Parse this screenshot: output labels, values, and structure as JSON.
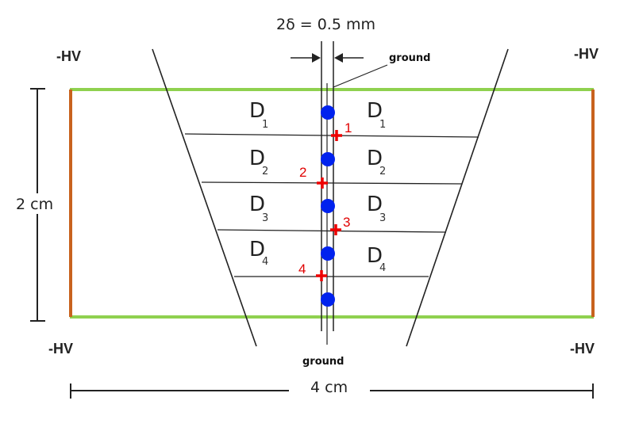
{
  "labels": {
    "delta": "2δ = 0.5 mm",
    "ground_top": "ground",
    "ground_bottom": "ground",
    "hv_top_left": "-HV",
    "hv_top_right": "-HV",
    "hv_bottom_left": "-HV",
    "hv_bottom_right": "-HV",
    "height": "2 cm",
    "width": "4 cm"
  },
  "regions": [
    {
      "letter": "D",
      "sub": "1"
    },
    {
      "letter": "D",
      "sub": "2"
    },
    {
      "letter": "D",
      "sub": "3"
    },
    {
      "letter": "D",
      "sub": "4"
    }
  ],
  "markers": [
    "1",
    "2",
    "3",
    "4"
  ],
  "colors": {
    "electrode_green": "#8fd14f",
    "electrode_orange": "#c8621e",
    "wire_blue": "#0022ee",
    "cross_red": "#ee0000",
    "ink": "#222222"
  }
}
